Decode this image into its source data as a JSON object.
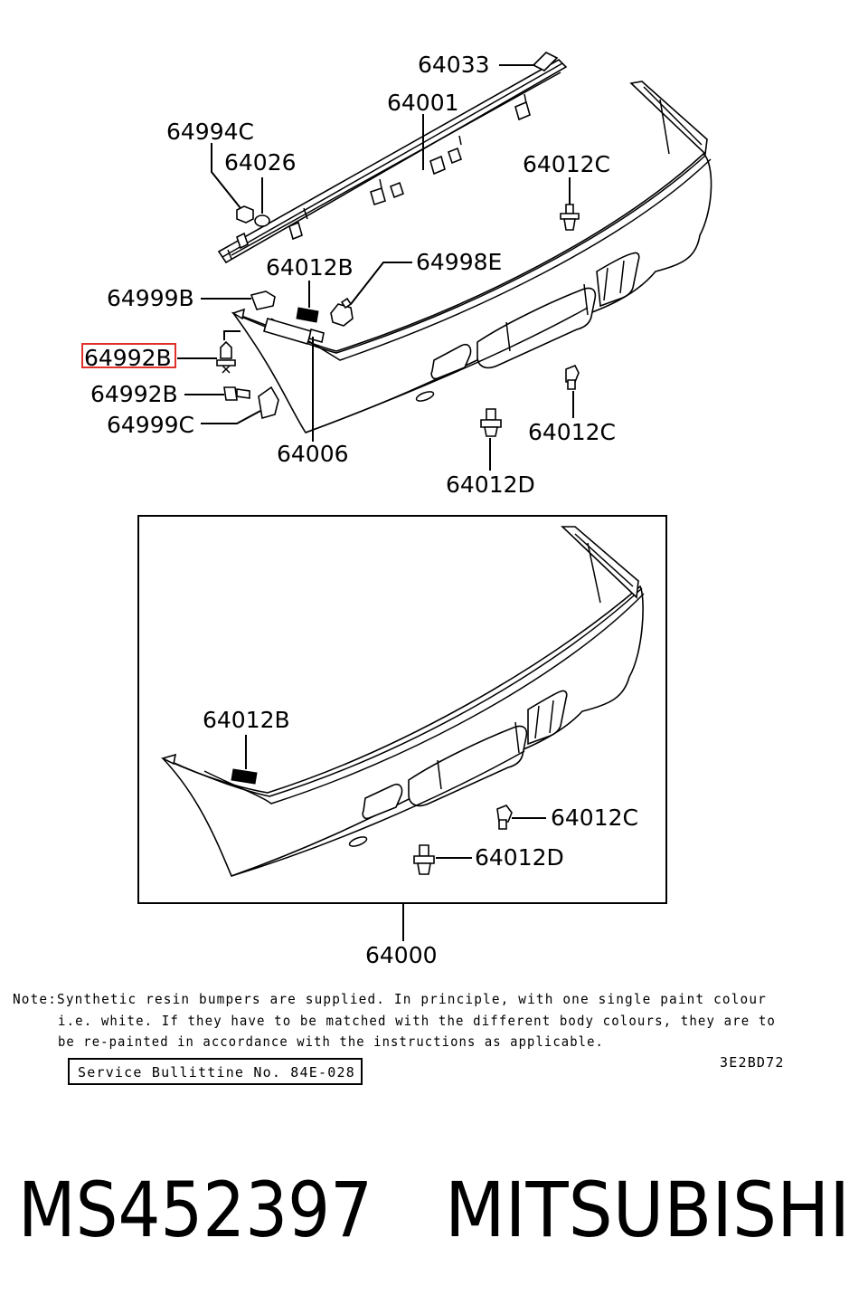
{
  "upper_labels": {
    "p64033": "64033",
    "p64001": "64001",
    "p64994C": "64994C",
    "p64026": "64026",
    "p64012C_top": "64012C",
    "p64012B": "64012B",
    "p64998E": "64998E",
    "p64999B": "64999B",
    "p64992B_highlight": "64992B",
    "p64992B": "64992B",
    "p64999C": "64999C",
    "p64006": "64006",
    "p64012C_right": "64012C",
    "p64012D": "64012D"
  },
  "lower_labels": {
    "p64012B": "64012B",
    "p64012C": "64012C",
    "p64012D": "64012D",
    "p64000": "64000"
  },
  "note": {
    "line1": "Note:Synthetic resin bumpers are supplied. In principle, with one single paint colour",
    "line2": "i.e. white. If they have to be matched with the different body colours, they are to",
    "line3": "be re-painted in accordance with the instructions as applicable."
  },
  "service_bulletin": "Service Bullittine No. 84E-028",
  "diagram_code": "3E2BD72",
  "part_number": "MS452397",
  "brand": "MITSUBISHI",
  "highlight_color": "#e0302a"
}
